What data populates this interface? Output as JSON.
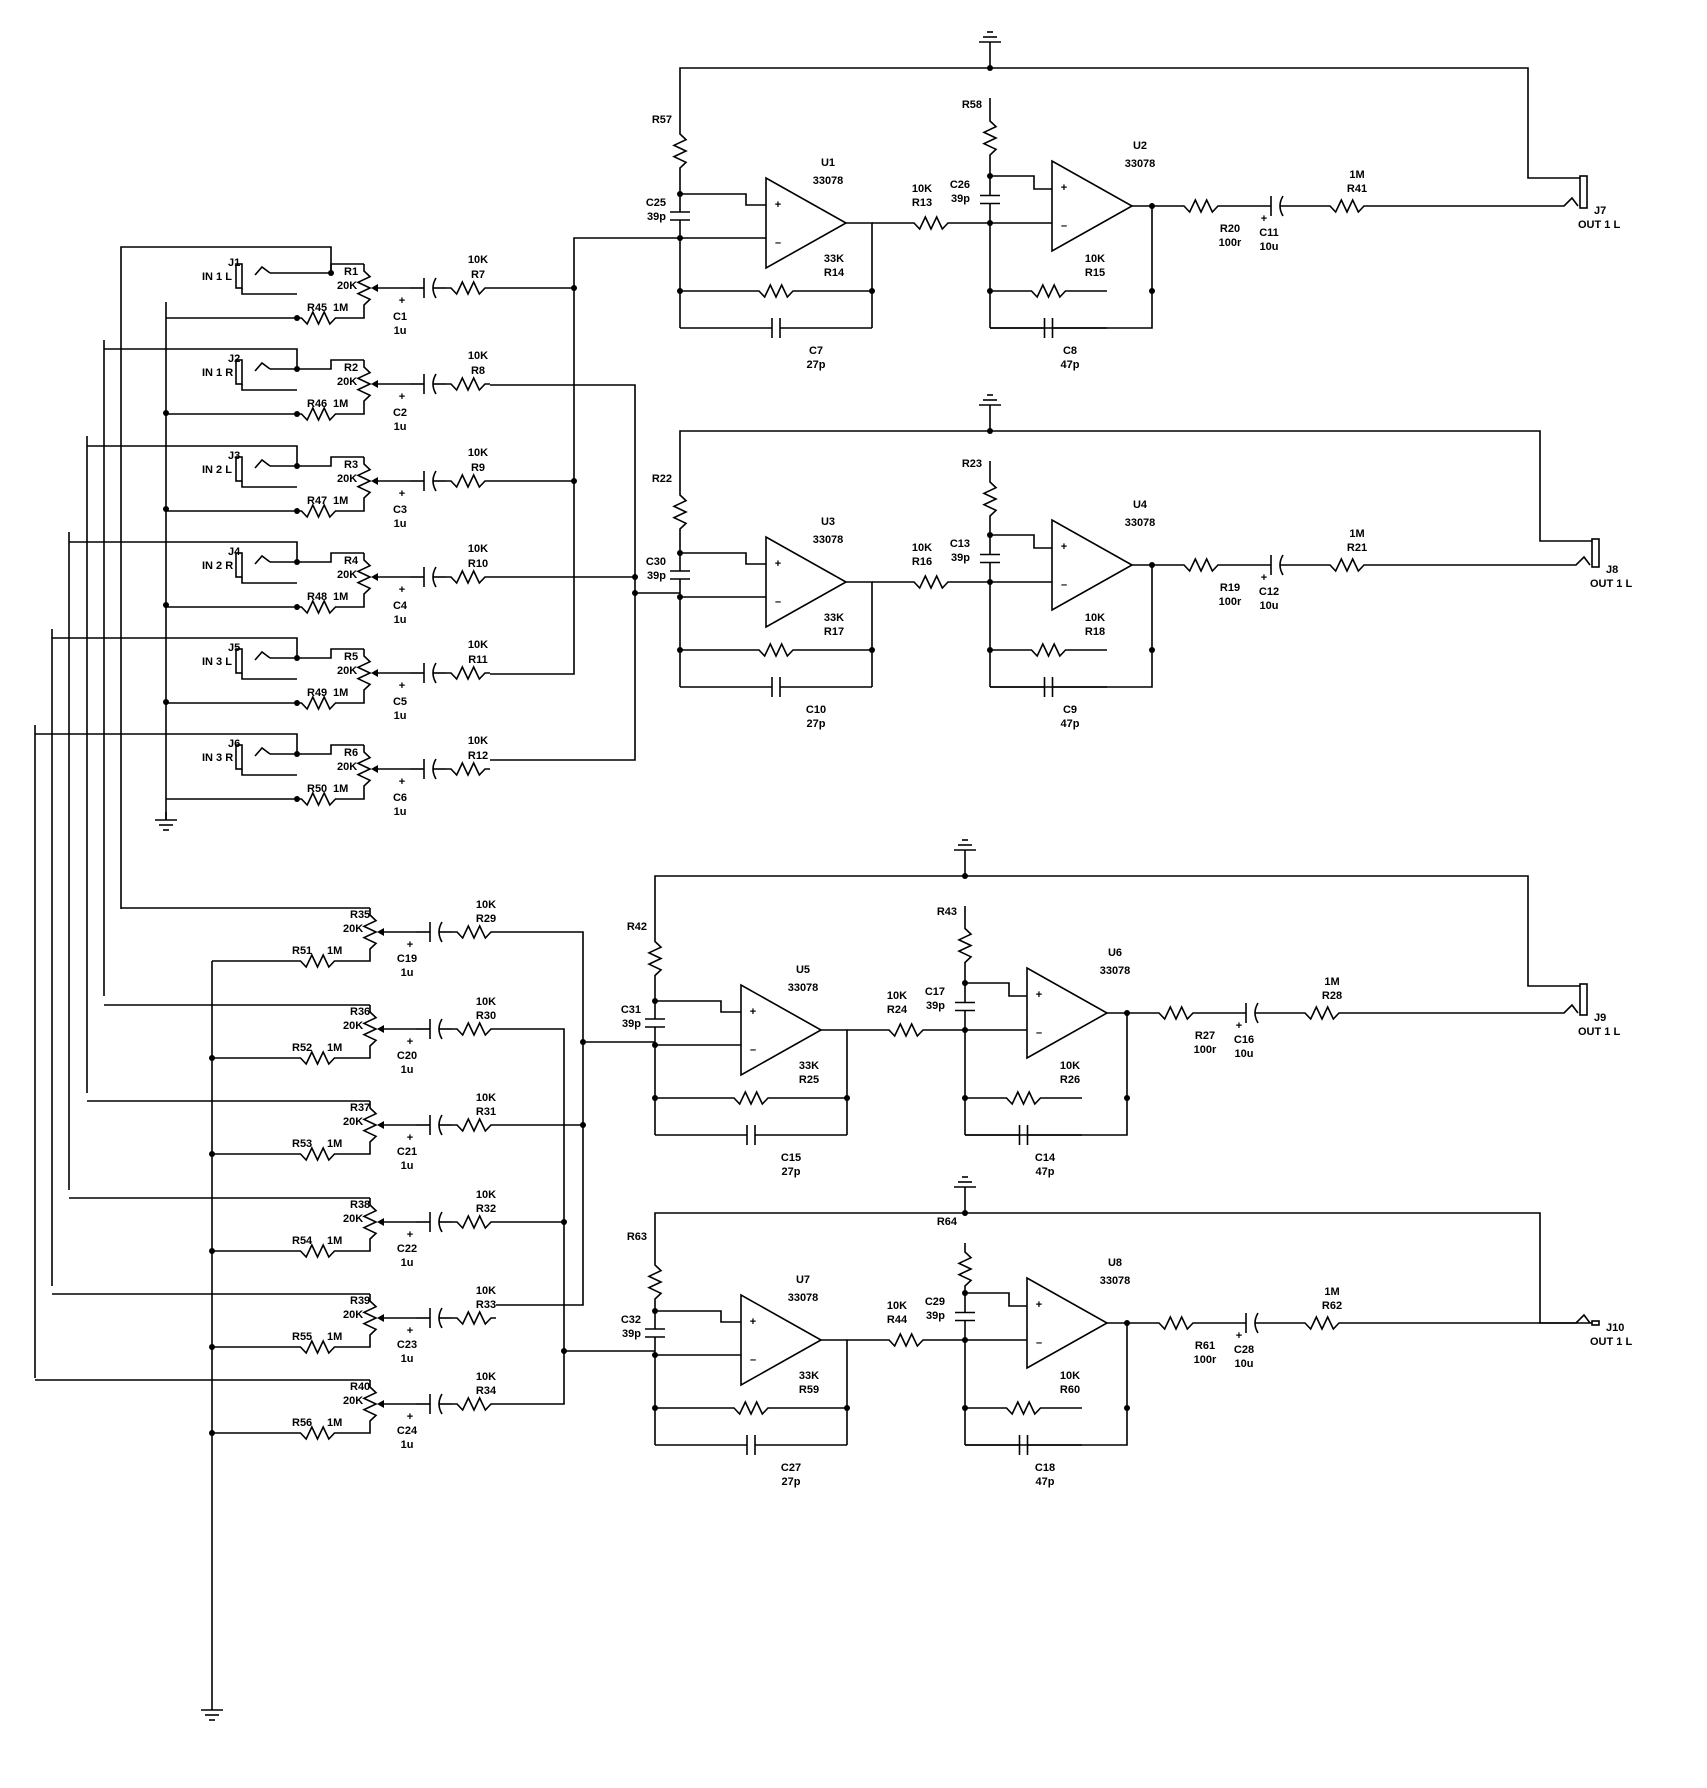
{
  "colors": {
    "wire": "#000000",
    "background": "#ffffff"
  },
  "inputs": [
    {
      "ref": "J1",
      "name": "IN 1 L",
      "pot": "R1",
      "pot_value": "20K",
      "res": "R45",
      "res_value": "1M",
      "cap": "C1",
      "cap_value": "1u",
      "sres": "R7",
      "sres_value": "10K"
    },
    {
      "ref": "J2",
      "name": "IN 1 R",
      "pot": "R2",
      "pot_value": "20K",
      "res": "R46",
      "res_value": "1M",
      "cap": "C2",
      "cap_value": "1u",
      "sres": "R8",
      "sres_value": "10K"
    },
    {
      "ref": "J3",
      "name": "IN 2 L",
      "pot": "R3",
      "pot_value": "20K",
      "res": "R47",
      "res_value": "1M",
      "cap": "C3",
      "cap_value": "1u",
      "sres": "R9",
      "sres_value": "10K"
    },
    {
      "ref": "J4",
      "name": "IN 2 R",
      "pot": "R4",
      "pot_value": "20K",
      "res": "R48",
      "res_value": "1M",
      "cap": "C4",
      "cap_value": "1u",
      "sres": "R10",
      "sres_value": "10K"
    },
    {
      "ref": "J5",
      "name": "IN 3 L",
      "pot": "R5",
      "pot_value": "20K",
      "res": "R49",
      "res_value": "1M",
      "cap": "C5",
      "cap_value": "1u",
      "sres": "R11",
      "sres_value": "10K"
    },
    {
      "ref": "J6",
      "name": "IN 3 R",
      "pot": "R6",
      "pot_value": "20K",
      "res": "R50",
      "res_value": "1M",
      "cap": "C6",
      "cap_value": "1u",
      "sres": "R12",
      "sres_value": "10K"
    }
  ],
  "bottom_inputs": [
    {
      "pot": "R35",
      "pot_value": "20K",
      "res": "R51",
      "res_value": "1M",
      "cap": "C19",
      "cap_value": "1u",
      "sres": "R29",
      "sres_value": "10K"
    },
    {
      "pot": "R36",
      "pot_value": "20K",
      "res": "R52",
      "res_value": "1M",
      "cap": "C20",
      "cap_value": "1u",
      "sres": "R30",
      "sres_value": "10K"
    },
    {
      "pot": "R37",
      "pot_value": "20K",
      "res": "R53",
      "res_value": "1M",
      "cap": "C21",
      "cap_value": "1u",
      "sres": "R31",
      "sres_value": "10K"
    },
    {
      "pot": "R38",
      "pot_value": "20K",
      "res": "R54",
      "res_value": "1M",
      "cap": "C22",
      "cap_value": "1u",
      "sres": "R32",
      "sres_value": "10K"
    },
    {
      "pot": "R39",
      "pot_value": "20K",
      "res": "R55",
      "res_value": "1M",
      "cap": "C23",
      "cap_value": "1u",
      "sres": "R33",
      "sres_value": "10K"
    },
    {
      "pot": "R40",
      "pot_value": "20K",
      "res": "R56",
      "res_value": "1M",
      "cap": "C24",
      "cap_value": "1u",
      "sres": "R34",
      "sres_value": "10K"
    }
  ],
  "stages": [
    {
      "opamp1": "U1",
      "opamp2": "U2",
      "part": "33078",
      "r_top1": "R57",
      "r_top2": "R58",
      "c_in1": "C25",
      "c_in1_value": "39p",
      "c_in2": "C26",
      "c_in2_value": "39p",
      "r_mid": "R13",
      "r_mid_value": "10K",
      "r_fb1": "R14",
      "r_fb1_value": "33K",
      "r_fb2": "R15",
      "r_fb2_value": "10K",
      "c_fb1": "C7",
      "c_fb1_value": "27p",
      "c_fb2": "C8",
      "c_fb2_value": "47p",
      "r_out": "R20",
      "r_out_value": "100r",
      "c_out": "C11",
      "c_out_value": "10u",
      "r_load": "R41",
      "r_load_value": "1M",
      "jack": "J7",
      "jack_label": "OUT 1 L"
    },
    {
      "opamp1": "U3",
      "opamp2": "U4",
      "part": "33078",
      "r_top1": "R22",
      "r_top2": "R23",
      "c_in1": "C30",
      "c_in1_value": "39p",
      "c_in2": "C13",
      "c_in2_value": "39p",
      "r_mid": "R16",
      "r_mid_value": "10K",
      "r_fb1": "R17",
      "r_fb1_value": "33K",
      "r_fb2": "R18",
      "r_fb2_value": "10K",
      "c_fb1": "C10",
      "c_fb1_value": "27p",
      "c_fb2": "C9",
      "c_fb2_value": "47p",
      "r_out": "R19",
      "r_out_value": "100r",
      "c_out": "C12",
      "c_out_value": "10u",
      "r_load": "R21",
      "r_load_value": "1M",
      "jack": "J8",
      "jack_label": "OUT 1 L"
    },
    {
      "opamp1": "U5",
      "opamp2": "U6",
      "part": "33078",
      "r_top1": "R42",
      "r_top2": "R43",
      "c_in1": "C31",
      "c_in1_value": "39p",
      "c_in2": "C17",
      "c_in2_value": "39p",
      "r_mid": "R24",
      "r_mid_value": "10K",
      "r_fb1": "R25",
      "r_fb1_value": "33K",
      "r_fb2": "R26",
      "r_fb2_value": "10K",
      "c_fb1": "C15",
      "c_fb1_value": "27p",
      "c_fb2": "C14",
      "c_fb2_value": "47p",
      "r_out": "R27",
      "r_out_value": "100r",
      "c_out": "C16",
      "c_out_value": "10u",
      "r_load": "R28",
      "r_load_value": "1M",
      "jack": "J9",
      "jack_label": "OUT 1 L"
    },
    {
      "opamp1": "U7",
      "opamp2": "U8",
      "part": "33078",
      "r_top1": "R63",
      "r_top2": "R64",
      "c_in1": "C32",
      "c_in1_value": "39p",
      "c_in2": "C29",
      "c_in2_value": "39p",
      "r_mid": "R44",
      "r_mid_value": "10K",
      "r_fb1": "R59",
      "r_fb1_value": "33K",
      "r_fb2": "R60",
      "r_fb2_value": "10K",
      "c_fb1": "C27",
      "c_fb1_value": "27p",
      "c_fb2": "C18",
      "c_fb2_value": "47p",
      "r_out": "R61",
      "r_out_value": "100r",
      "c_out": "C28",
      "c_out_value": "10u",
      "r_load": "R62",
      "r_load_value": "1M",
      "jack": "J10",
      "jack_label": "OUT 1 L"
    }
  ]
}
